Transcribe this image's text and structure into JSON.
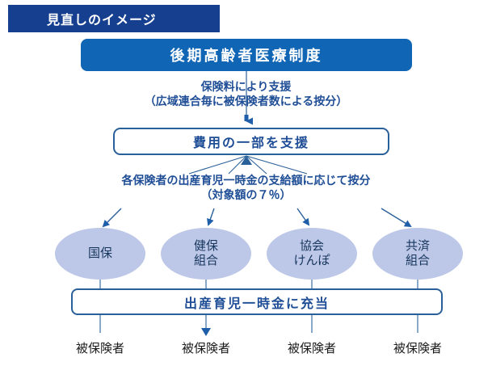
{
  "title_banner": {
    "label": "見直しのイメージ",
    "background": "#16408f",
    "text_color": "#ffffff"
  },
  "system_box": {
    "label": "後期高齢者医療制度",
    "background": "#1065b5",
    "text_color": "#ffffff"
  },
  "captions": {
    "support": {
      "line1": "保険料により支援",
      "line2": "（広域連合毎に被保険者数による按分）"
    },
    "prorate": {
      "line1": "各保険者の出産育児一時金の支給額に応じて按分",
      "line2": "（対象額の７％）"
    }
  },
  "cost_box": {
    "label": "費用の一部を支援",
    "border_color": "#2a6099",
    "text_color": "#1f4e96"
  },
  "insurers": [
    {
      "line1": "国保",
      "line2": ""
    },
    {
      "line1": "健保",
      "line2": "組合"
    },
    {
      "line1": "協会",
      "line2": "けんぽ"
    },
    {
      "line1": "共済",
      "line2": "組合"
    }
  ],
  "insurer_style": {
    "fill": "#bdc8e8",
    "text_color": "#17365d"
  },
  "allocate_box": {
    "label": "出産育児一時金に充当",
    "border_color": "#2a6099",
    "text_color": "#1f4e96"
  },
  "insured": [
    {
      "label": "被保険者"
    },
    {
      "label": "被保険者"
    },
    {
      "label": "被保険者"
    },
    {
      "label": "被保険者"
    }
  ],
  "connector_color": "#1f5fa9",
  "line_color": "#2a6099"
}
